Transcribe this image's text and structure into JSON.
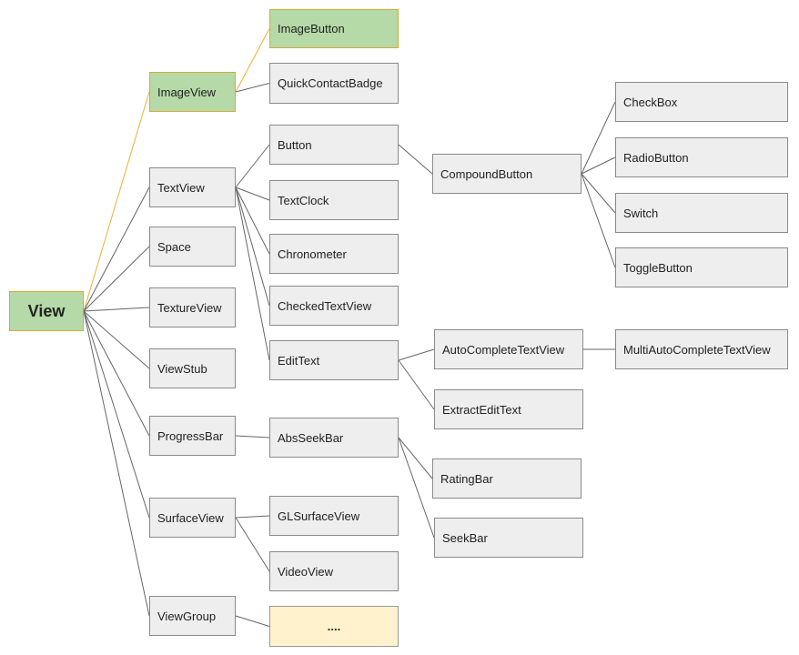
{
  "nodes": {
    "view": "View",
    "imageview": "ImageView",
    "imagebutton": "ImageButton",
    "quickcontactbadge": "QuickContactBadge",
    "textview": "TextView",
    "button": "Button",
    "textclock": "TextClock",
    "chronometer": "Chronometer",
    "checkedtextview": "CheckedTextView",
    "edittext": "EditText",
    "compoundbutton": "CompoundButton",
    "checkbox": "CheckBox",
    "radiobutton": "RadioButton",
    "switch": "Switch",
    "togglebutton": "ToggleButton",
    "autocompletetextview": "AutoCompleteTextView",
    "multiautocompletetextview": "MultiAutoCompleteTextView",
    "extractedittext": "ExtractEditText",
    "space": "Space",
    "textureview": "TextureView",
    "viewstub": "ViewStub",
    "progressbar": "ProgressBar",
    "absseekbar": "AbsSeekBar",
    "ratingbar": "RatingBar",
    "seekbar": "SeekBar",
    "surfaceview": "SurfaceView",
    "glsurfaceview": "GLSurfaceView",
    "videoview": "VideoView",
    "viewgroup": "ViewGroup",
    "more": "...."
  },
  "edges": [
    [
      "view",
      "imageview",
      "highlight"
    ],
    [
      "view",
      "textview",
      "normal"
    ],
    [
      "view",
      "space",
      "normal"
    ],
    [
      "view",
      "textureview",
      "normal"
    ],
    [
      "view",
      "viewstub",
      "normal"
    ],
    [
      "view",
      "progressbar",
      "normal"
    ],
    [
      "view",
      "surfaceview",
      "normal"
    ],
    [
      "view",
      "viewgroup",
      "normal"
    ],
    [
      "imageview",
      "imagebutton",
      "highlight"
    ],
    [
      "imageview",
      "quickcontactbadge",
      "normal"
    ],
    [
      "textview",
      "button",
      "normal"
    ],
    [
      "textview",
      "textclock",
      "normal"
    ],
    [
      "textview",
      "chronometer",
      "normal"
    ],
    [
      "textview",
      "checkedtextview",
      "normal"
    ],
    [
      "textview",
      "edittext",
      "normal"
    ],
    [
      "button",
      "compoundbutton",
      "normal"
    ],
    [
      "compoundbutton",
      "checkbox",
      "normal"
    ],
    [
      "compoundbutton",
      "radiobutton",
      "normal"
    ],
    [
      "compoundbutton",
      "switch",
      "normal"
    ],
    [
      "compoundbutton",
      "togglebutton",
      "normal"
    ],
    [
      "edittext",
      "autocompletetextview",
      "normal"
    ],
    [
      "edittext",
      "extractedittext",
      "normal"
    ],
    [
      "autocompletetextview",
      "multiautocompletetextview",
      "normal"
    ],
    [
      "progressbar",
      "absseekbar",
      "normal"
    ],
    [
      "absseekbar",
      "ratingbar",
      "normal"
    ],
    [
      "absseekbar",
      "seekbar",
      "normal"
    ],
    [
      "surfaceview",
      "glsurfaceview",
      "normal"
    ],
    [
      "surfaceview",
      "videoview",
      "normal"
    ],
    [
      "viewgroup",
      "more",
      "normal"
    ]
  ],
  "colors": {
    "edge_normal": "#666666",
    "edge_highlight": "#f0b030",
    "node_fill": "#eeeeee",
    "node_green": "#b5d9a7",
    "node_yellow": "#fff2cc"
  }
}
